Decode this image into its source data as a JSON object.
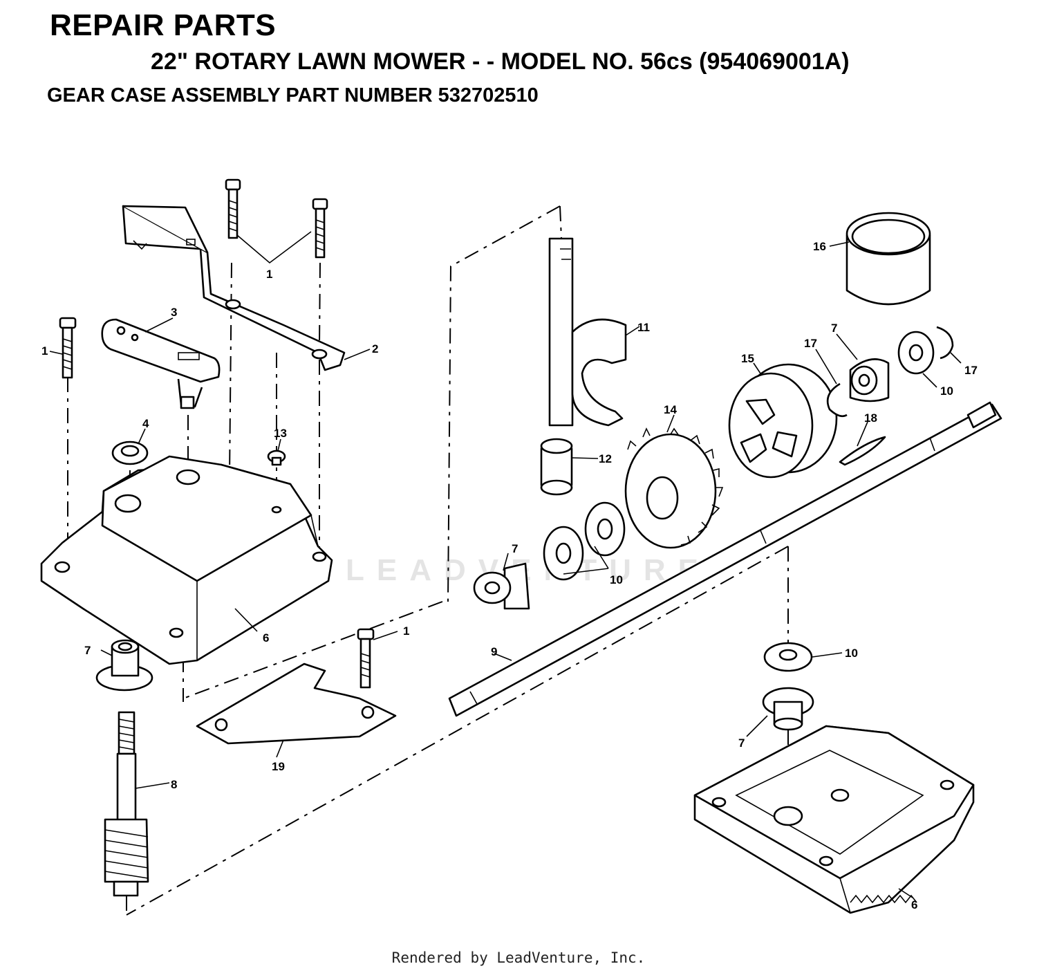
{
  "header": {
    "title": "REPAIR PARTS",
    "subtitle": "22\" ROTARY LAWN MOWER - - MODEL NO. 56cs (954069001A)",
    "assembly": "GEAR CASE ASSEMBLY PART NUMBER 532702510"
  },
  "watermark": "LEADVENTURE",
  "footer": "Rendered by LeadVenture, Inc.",
  "callouts": {
    "c1a": "1",
    "c1b": "1",
    "c1c": "1",
    "c2": "2",
    "c3": "3",
    "c4": "4",
    "c6a": "6",
    "c6b": "6",
    "c7a": "7",
    "c7b": "7",
    "c7c": "7",
    "c7d": "7",
    "c8": "8",
    "c9": "9",
    "c10a": "10",
    "c10b": "10",
    "c10c": "10",
    "c11": "11",
    "c12": "12",
    "c13": "13",
    "c14": "14",
    "c15": "15",
    "c16": "16",
    "c17a": "17",
    "c17b": "17",
    "c18": "18",
    "c19": "19"
  }
}
